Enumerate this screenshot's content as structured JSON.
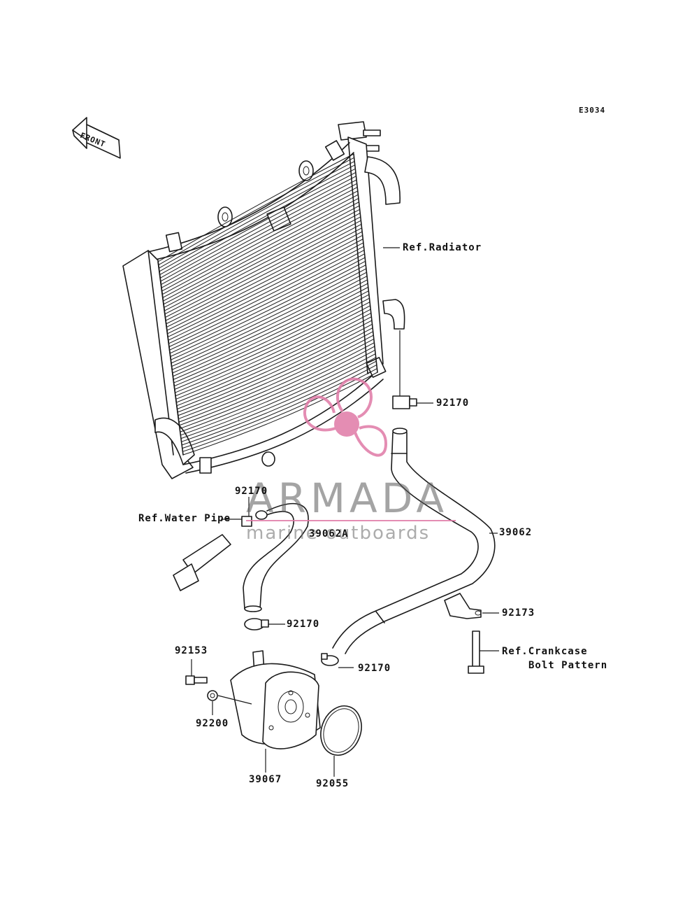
{
  "diagram_code": "E3034",
  "front_label": "FRONT",
  "watermark": {
    "brand": "ARMADA",
    "tagline": "marine outboards",
    "accent": "#e07aa6"
  },
  "callouts": {
    "ref_radiator": "Ref.Radiator",
    "p92170_upper": "92170",
    "p92170_left": "92170",
    "ref_water_pipe": "Ref.Water Pipe",
    "p39062a": "39062A",
    "p39062": "39062",
    "p92173": "92173",
    "p92170_mid": "92170",
    "ref_crankcase_line1": "Ref.Crankcase",
    "ref_crankcase_line2": "Bolt Pattern",
    "p92153": "92153",
    "p92170_lower": "92170",
    "p92200": "92200",
    "p39067": "39067",
    "p92055": "92055"
  }
}
